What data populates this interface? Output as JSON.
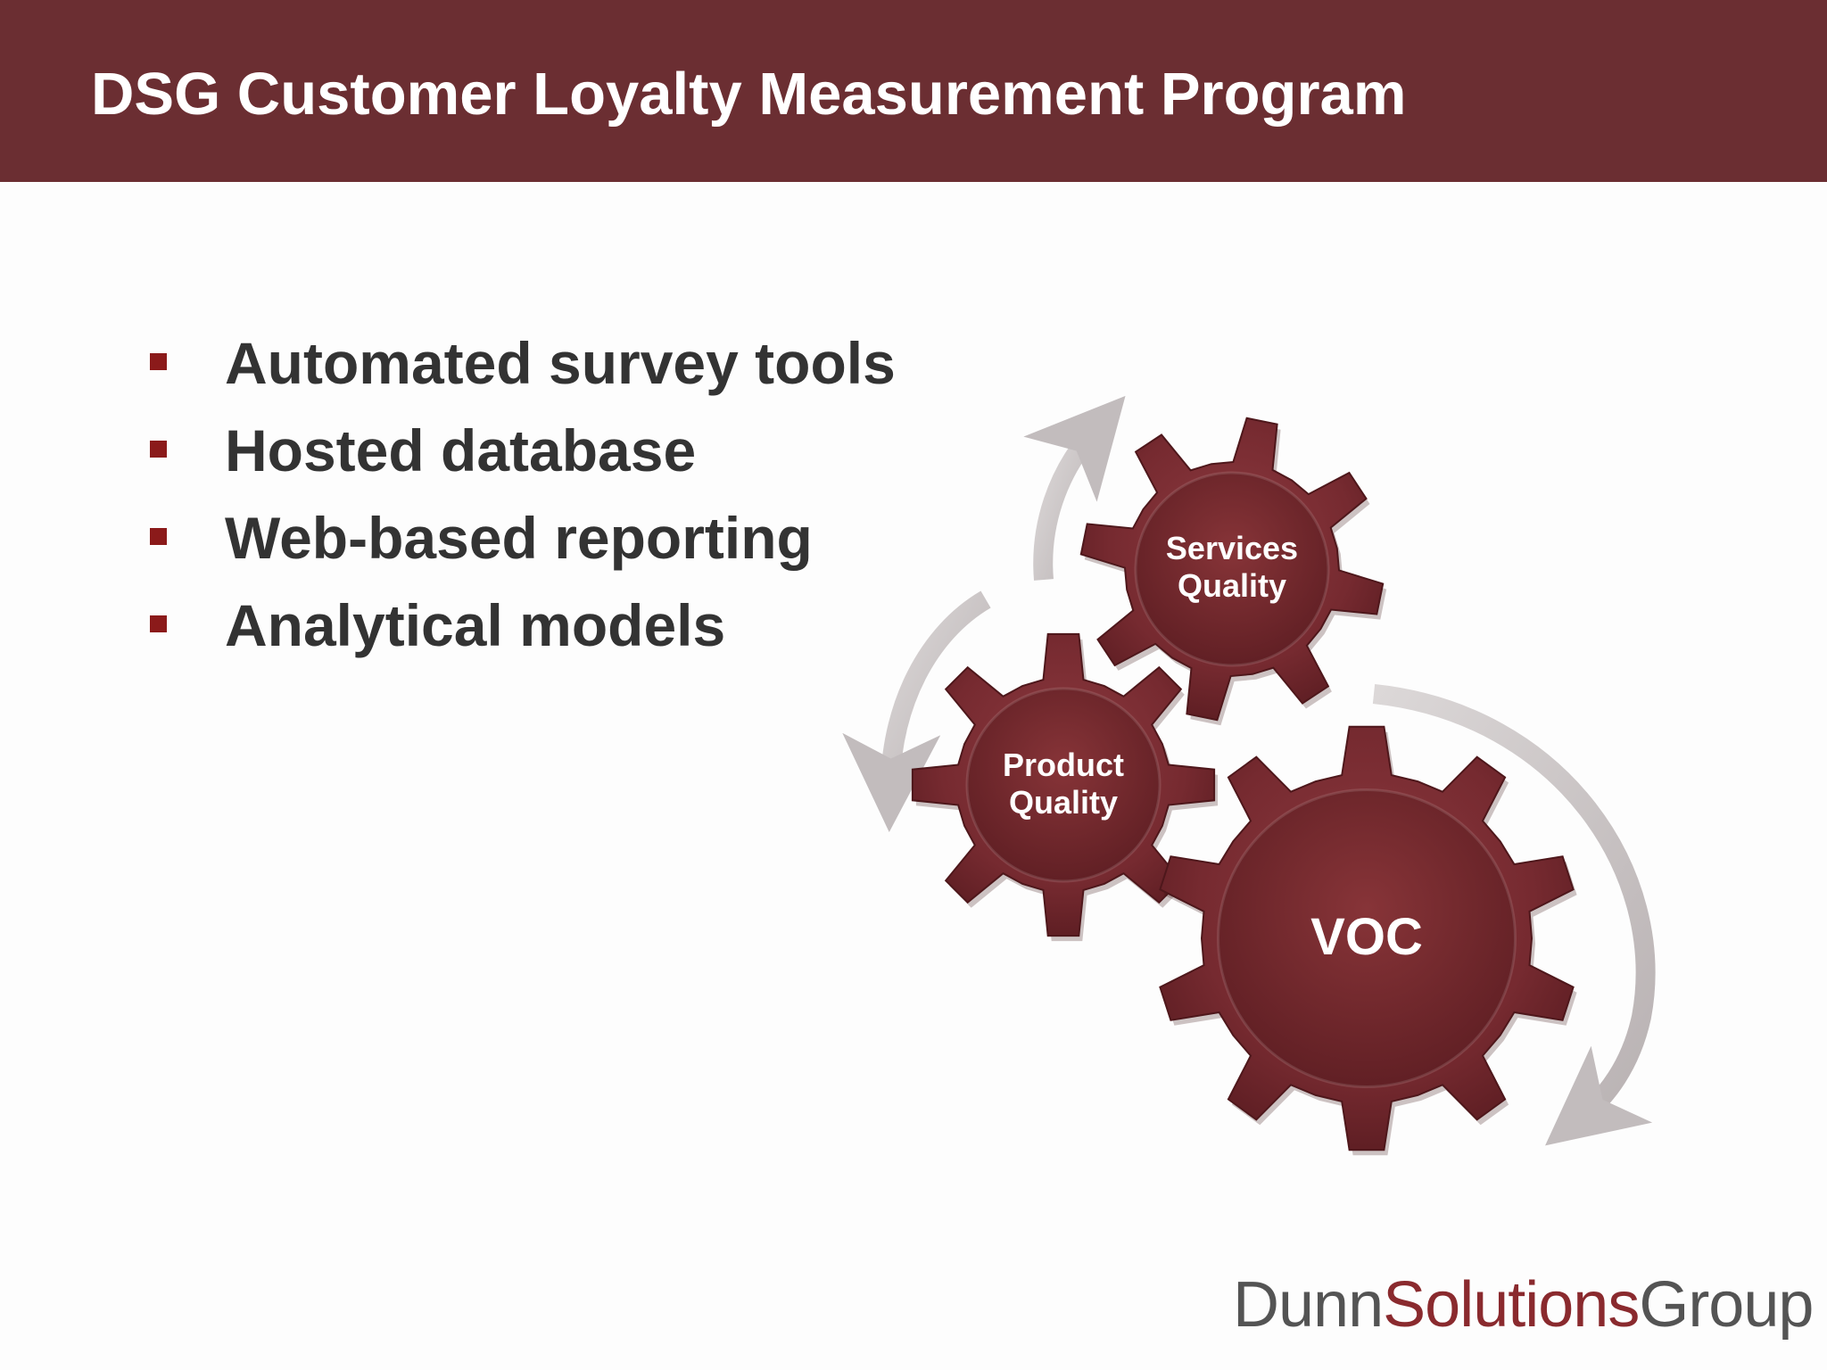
{
  "header": {
    "title": "DSG Customer Loyalty Measurement Program"
  },
  "bullets": [
    {
      "text": "Automated survey tools"
    },
    {
      "text": "Hosted database"
    },
    {
      "text": "Web-based reporting"
    },
    {
      "text": "Analytical models"
    }
  ],
  "diagram": {
    "gears": [
      {
        "label_line1": "Services",
        "label_line2": "Quality"
      },
      {
        "label_line1": "Product",
        "label_line2": "Quality"
      },
      {
        "label_line1": "VOC",
        "label_line2": ""
      }
    ]
  },
  "logo": {
    "part1": "Dunn",
    "part2": "Solutions",
    "part3": "Group"
  },
  "colors": {
    "header_bg": "#6b2e32",
    "gear_fill": "#7a2a30",
    "bullet_marker": "#8b1a1a",
    "text_dark": "#333333",
    "arrow_gray": "#c8c3c4",
    "logo_text": "#545454",
    "logo_accent": "#8a2a2e"
  },
  "icons": {
    "bullet": "square-bullet-icon",
    "gear": "gear-icon",
    "arrow": "curved-arrow-icon"
  }
}
